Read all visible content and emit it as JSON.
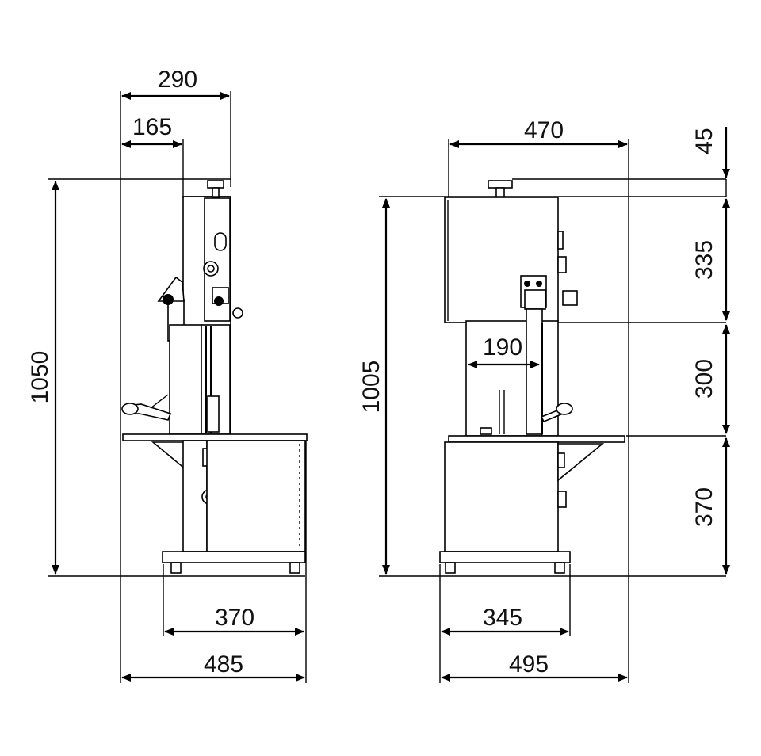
{
  "dimensions": {
    "side_top_width": "290",
    "side_head_offset": "165",
    "side_total_height": "1050",
    "side_base_width": "370",
    "side_total_depth": "485",
    "front_top_width": "470",
    "front_total_height": "1005",
    "front_cut_width": "190",
    "front_base_width": "345",
    "front_total_width": "495",
    "right_top_gap": "45",
    "right_upper_height": "335",
    "right_cut_height": "300",
    "right_lower_height": "370"
  }
}
